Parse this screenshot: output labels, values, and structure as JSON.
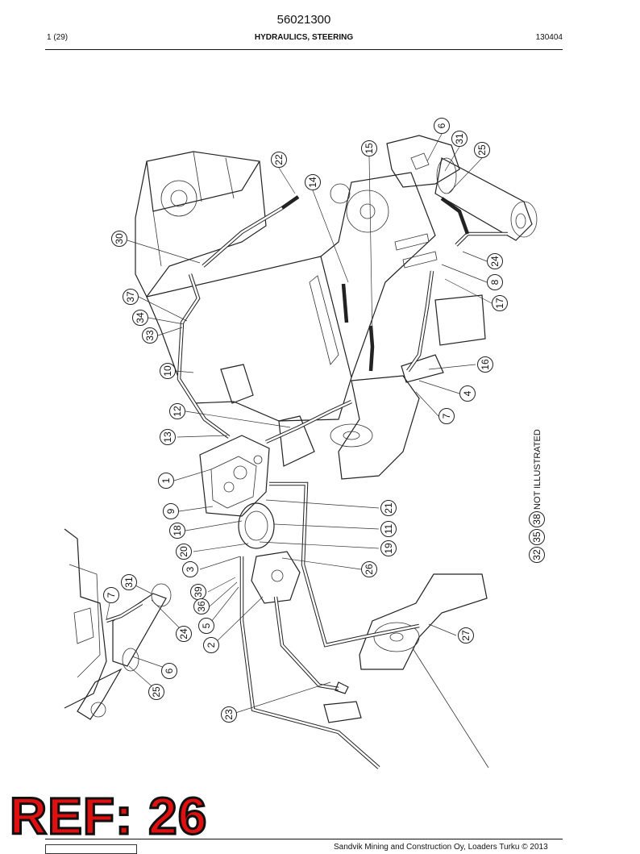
{
  "header": {
    "doc_number": "56021300",
    "page": "1 (29)",
    "title": "HYDRAULICS, STEERING",
    "date": "130404"
  },
  "callouts": [
    {
      "label": "6"
    },
    {
      "label": "31"
    },
    {
      "label": "25"
    },
    {
      "label": "15"
    },
    {
      "label": "22"
    },
    {
      "label": "14"
    },
    {
      "label": "30"
    },
    {
      "label": "24"
    },
    {
      "label": "8"
    },
    {
      "label": "17"
    },
    {
      "label": "37"
    },
    {
      "label": "34"
    },
    {
      "label": "33"
    },
    {
      "label": "16"
    },
    {
      "label": "10"
    },
    {
      "label": "4"
    },
    {
      "label": "7"
    },
    {
      "label": "12"
    },
    {
      "label": "13"
    },
    {
      "label": "1"
    },
    {
      "label": "9"
    },
    {
      "label": "21"
    },
    {
      "label": "18"
    },
    {
      "label": "11"
    },
    {
      "label": "20"
    },
    {
      "label": "19"
    },
    {
      "label": "3"
    },
    {
      "label": "26"
    },
    {
      "label": "31"
    },
    {
      "label": "7"
    },
    {
      "label": "39"
    },
    {
      "label": "36"
    },
    {
      "label": "24"
    },
    {
      "label": "5"
    },
    {
      "label": "2"
    },
    {
      "label": "6"
    },
    {
      "label": "27"
    },
    {
      "label": "25"
    },
    {
      "label": "23"
    }
  ],
  "not_illustrated": {
    "items": [
      "32",
      "35",
      "38"
    ],
    "text": "NOT ILLUSTRATED"
  },
  "footer": {
    "copyright": "Sandvik Mining and Construction Oy, Loaders Turku © 2013",
    "ref_stamp": "REF: 26"
  }
}
